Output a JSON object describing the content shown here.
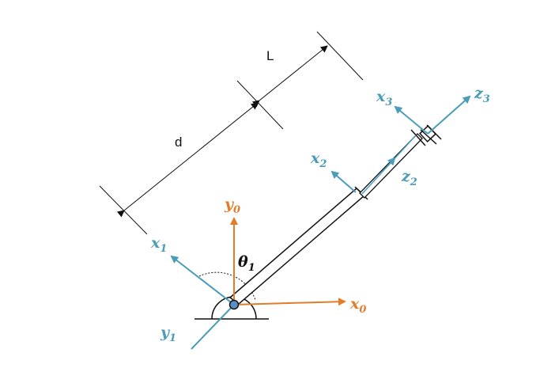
{
  "colors": {
    "blue_axis": "#4a9cb8",
    "orange_axis": "#e07c2a",
    "link": "#111111"
  },
  "labels": {
    "x0": {
      "base": "x",
      "sub": "0"
    },
    "y0": {
      "base": "y",
      "sub": "0"
    },
    "x1": {
      "base": "x",
      "sub": "1"
    },
    "y1": {
      "base": "y",
      "sub": "1"
    },
    "x2": {
      "base": "x",
      "sub": "2"
    },
    "z2": {
      "base": "z",
      "sub": "2"
    },
    "x3": {
      "base": "x",
      "sub": "3"
    },
    "z3": {
      "base": "z",
      "sub": "3"
    },
    "theta1": {
      "base": "θ",
      "sub": "1"
    }
  },
  "dimensions": {
    "d": "d",
    "L": "L"
  }
}
